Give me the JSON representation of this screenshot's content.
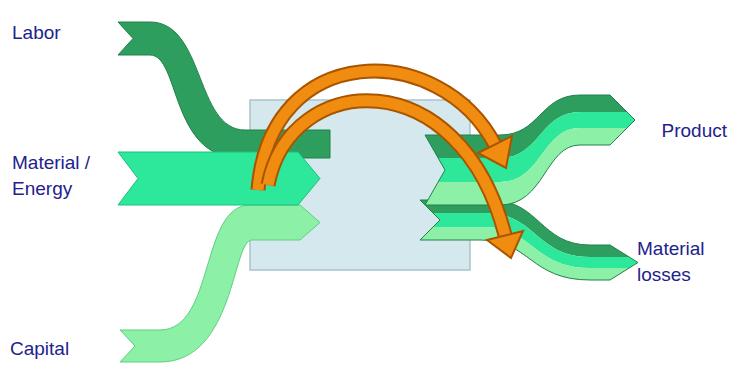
{
  "diagram": {
    "labels": [
      "Labor",
      "Material / Energy",
      "Capital",
      "Product",
      "Material losses"
    ]
  }
}
